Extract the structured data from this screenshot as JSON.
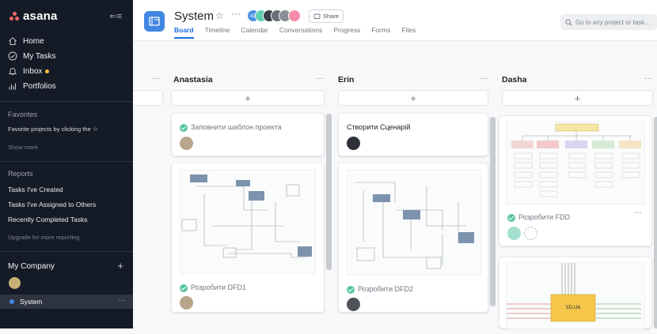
{
  "sidebar": {
    "logo": "asana",
    "nav": [
      {
        "label": "Home",
        "icon": "home-icon"
      },
      {
        "label": "My Tasks",
        "icon": "check-circle-icon"
      },
      {
        "label": "Inbox",
        "icon": "bell-icon",
        "badge": "dot"
      },
      {
        "label": "Portfolios",
        "icon": "bar-chart-icon"
      }
    ],
    "favorites_title": "Favorites",
    "favorites_hint": "Favorite projects by clicking the",
    "show_more": "Show more",
    "reports_title": "Reports",
    "reports": [
      "Tasks I've Created",
      "Tasks I've Assigned to Others",
      "Recently Completed Tasks"
    ],
    "upgrade": "Upgrade for more reporting",
    "team": "My Company",
    "team_add": "+",
    "project": "System",
    "project_menu": "···"
  },
  "header": {
    "title": "System",
    "avatars": [
      {
        "initials": "AD",
        "color": "#4a90e2"
      },
      {
        "initials": "",
        "color": "#5fcfb0"
      },
      {
        "initials": "",
        "color": "#3a3f47"
      },
      {
        "initials": "",
        "color": "#6b6f76"
      },
      {
        "initials": "",
        "color": "#8a8f96"
      },
      {
        "initials": "",
        "color": "#f58ba8"
      }
    ],
    "share_label": "Share",
    "tabs": [
      "Board",
      "Timeline",
      "Calendar",
      "Conversations",
      "Progress",
      "Forms",
      "Files"
    ],
    "search_placeholder": "Go to any project or task..."
  },
  "board": {
    "columns": [
      {
        "name": "",
        "menu": "···"
      },
      {
        "name": "Anastasia",
        "menu": "···",
        "add": "+",
        "cards": [
          {
            "title": "Заповнити шаблон проекта",
            "done": true
          },
          {
            "title": "Розробити DFD1",
            "done": true,
            "has_image": true
          }
        ]
      },
      {
        "name": "Erin",
        "menu": "···",
        "add": "+",
        "cards": [
          {
            "title": "Створити Сценарій",
            "done": false
          },
          {
            "title": "Розробити DFD2",
            "done": true,
            "has_image": true
          }
        ]
      },
      {
        "name": "Dasha",
        "menu": "···",
        "add": "+",
        "cards": [
          {
            "title": "Розробити FDD",
            "done": true,
            "has_image": true,
            "menu": "···"
          },
          {
            "title": "",
            "has_image": true,
            "image_label": "SD.UA"
          }
        ]
      }
    ]
  },
  "colors": {
    "sidebar": "#151b26",
    "accent": "#1b6de0",
    "done": "#58c4a2",
    "logo": "#f06a6a",
    "inbox_dot": "#f8c23a"
  }
}
